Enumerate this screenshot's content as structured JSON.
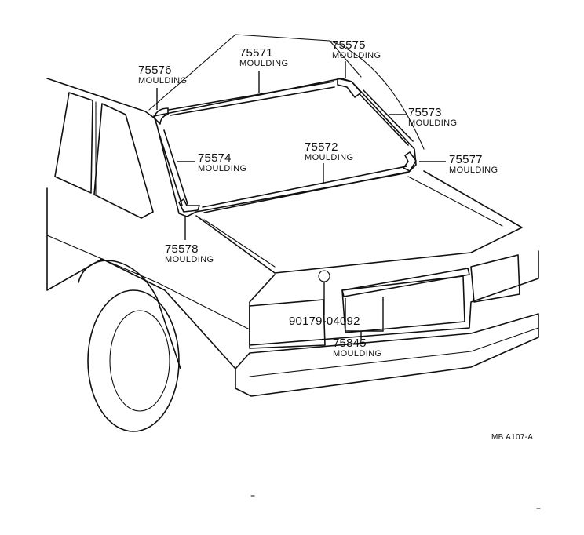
{
  "callouts": [
    {
      "part": "75576",
      "name": "MOULDING"
    },
    {
      "part": "75571",
      "name": "MOULDING"
    },
    {
      "part": "75575",
      "name": "MOULDING"
    },
    {
      "part": "75573",
      "name": "MOULDING"
    },
    {
      "part": "75574",
      "name": "MOULDING"
    },
    {
      "part": "75572",
      "name": "MOULDING"
    },
    {
      "part": "75577",
      "name": "MOULDING"
    },
    {
      "part": "75578",
      "name": "MOULDING"
    },
    {
      "part": "90179-04092",
      "name": ""
    },
    {
      "part": "75845",
      "name": "MOULDING"
    }
  ],
  "figure_code": "MB A107-A"
}
